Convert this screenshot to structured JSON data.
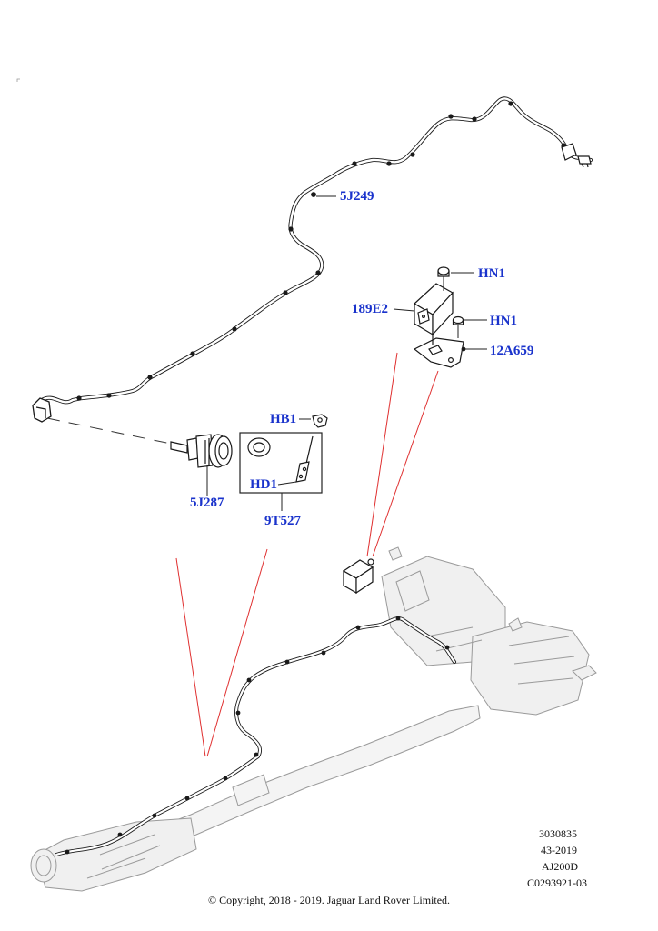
{
  "callouts": {
    "5j249": "5J249",
    "hn1_a": "HN1",
    "e189e2": "189E2",
    "hn1_b": "HN1",
    "a12a659": "12A659",
    "hb1": "HB1",
    "hd1": "HD1",
    "5j287": "5J287",
    "9t527": "9T527"
  },
  "reference": {
    "line1": "3030835",
    "line2": "43-2019",
    "line3": "AJ200D",
    "line4": "C0293921-03"
  },
  "copyright": "© Copyright, 2018 - 2019. Jaguar Land Rover Limited.",
  "colors": {
    "callout_text": "#1a33cc",
    "leader_red": "#e03030",
    "line_art": "#222222"
  }
}
